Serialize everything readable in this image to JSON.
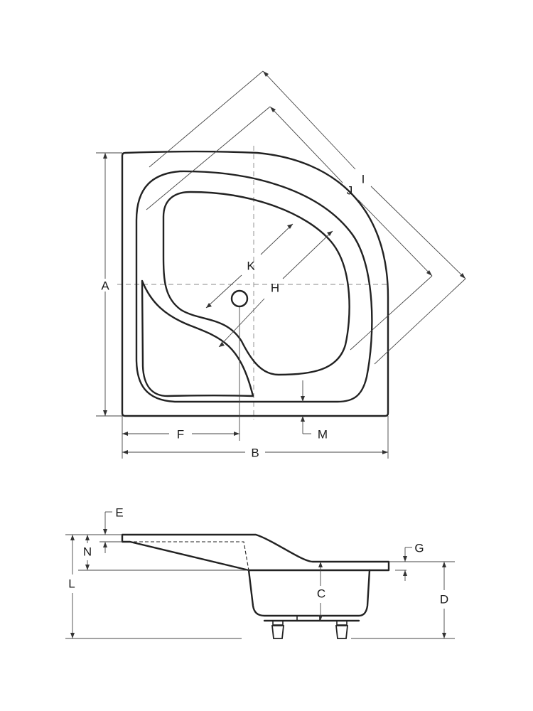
{
  "labels": {
    "a": "A",
    "b": "B",
    "c": "C",
    "d": "D",
    "e": "E",
    "f": "F",
    "g": "G",
    "h": "H",
    "i": "I",
    "j": "J",
    "k": "K",
    "l": "L",
    "m": "M",
    "n": "N"
  },
  "colors": {
    "stroke": "#222222",
    "background": "#ffffff"
  }
}
